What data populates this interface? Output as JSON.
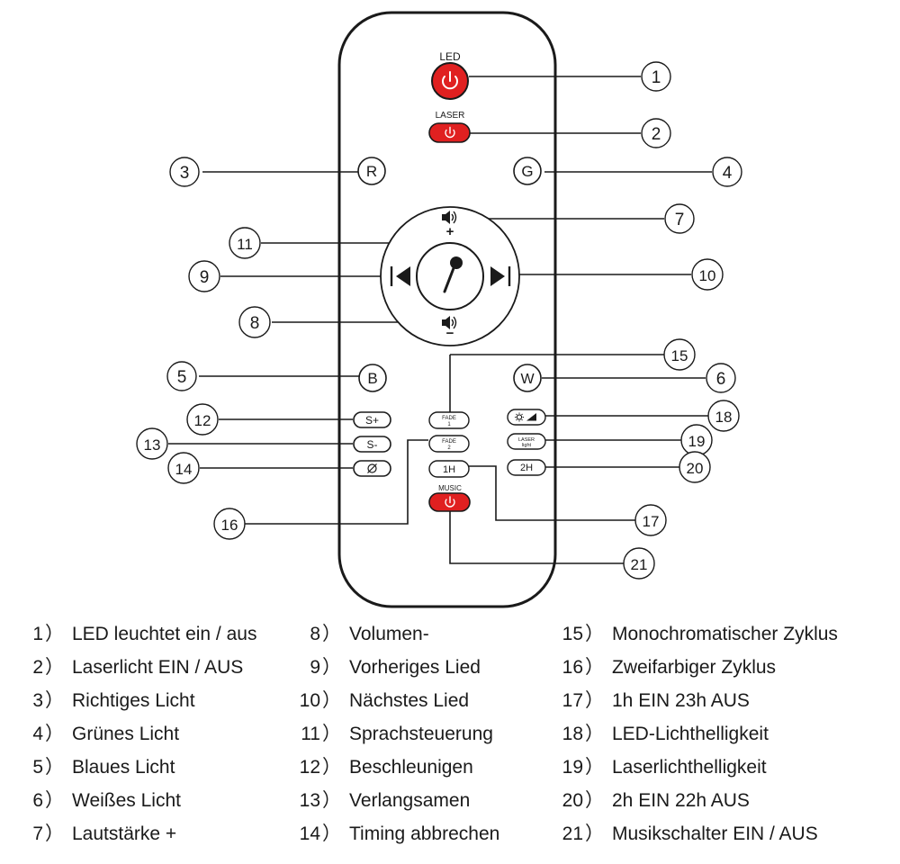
{
  "remote": {
    "led_label": "LED",
    "laser_label": "LASER",
    "music_label": "MUSIC",
    "r_label": "R",
    "g_label": "G",
    "b_label": "B",
    "w_label": "W",
    "s_plus_label": "S+",
    "s_minus_label": "S-",
    "h1_label": "1H",
    "h2_label": "2H",
    "fade1_line1": "FADE",
    "fade1_line2": "1",
    "fade2_line1": "FADE",
    "fade2_line2": "2",
    "laser_light_line1": "LASER",
    "laser_light_line2": "light",
    "vol_plus_sign": "+",
    "vol_minus_sign": "−",
    "colors": {
      "power_red": "#e02020",
      "outline": "#1a1a1a"
    },
    "icons": [
      "power-icon",
      "speaker-icon",
      "microphone-icon",
      "previous-icon",
      "next-icon",
      "brightness-icon",
      "timer-cancel-icon"
    ]
  },
  "callouts": {
    "c1": "1",
    "c2": "2",
    "c3": "3",
    "c4": "4",
    "c5": "5",
    "c6": "6",
    "c7": "7",
    "c8": "8",
    "c9": "9",
    "c10": "10",
    "c11": "11",
    "c12": "12",
    "c13": "13",
    "c14": "14",
    "c15": "15",
    "c16": "16",
    "c17": "17",
    "c18": "18",
    "c19": "19",
    "c20": "20",
    "c21": "21"
  },
  "legend": [
    {
      "num": "1",
      "text": "LED leuchtet ein / aus"
    },
    {
      "num": "2",
      "text": "Laserlicht EIN / AUS"
    },
    {
      "num": "3",
      "text": "Richtiges Licht"
    },
    {
      "num": "4",
      "text": "Grünes Licht"
    },
    {
      "num": "5",
      "text": "Blaues Licht"
    },
    {
      "num": "6",
      "text": "Weißes Licht"
    },
    {
      "num": "7",
      "text": "Lautstärke +"
    },
    {
      "num": "8",
      "text": "Volumen-"
    },
    {
      "num": "9",
      "text": "Vorheriges Lied"
    },
    {
      "num": "10",
      "text": "Nächstes Lied"
    },
    {
      "num": "11",
      "text": "Sprachsteuerung"
    },
    {
      "num": "12",
      "text": "Beschleunigen"
    },
    {
      "num": "13",
      "text": "Verlangsamen"
    },
    {
      "num": "14",
      "text": "Timing abbrechen"
    },
    {
      "num": "15",
      "text": "Monochromatischer Zyklus"
    },
    {
      "num": "16",
      "text": "Zweifarbiger Zyklus"
    },
    {
      "num": "17",
      "text": "1h EIN 23h AUS"
    },
    {
      "num": "18",
      "text": "LED-Lichthelligkeit"
    },
    {
      "num": "19",
      "text": "Laserlichthelligkeit"
    },
    {
      "num": "20",
      "text": "2h EIN 22h AUS"
    },
    {
      "num": "21",
      "text": "Musikschalter EIN / AUS"
    }
  ],
  "legend_paren": "）"
}
